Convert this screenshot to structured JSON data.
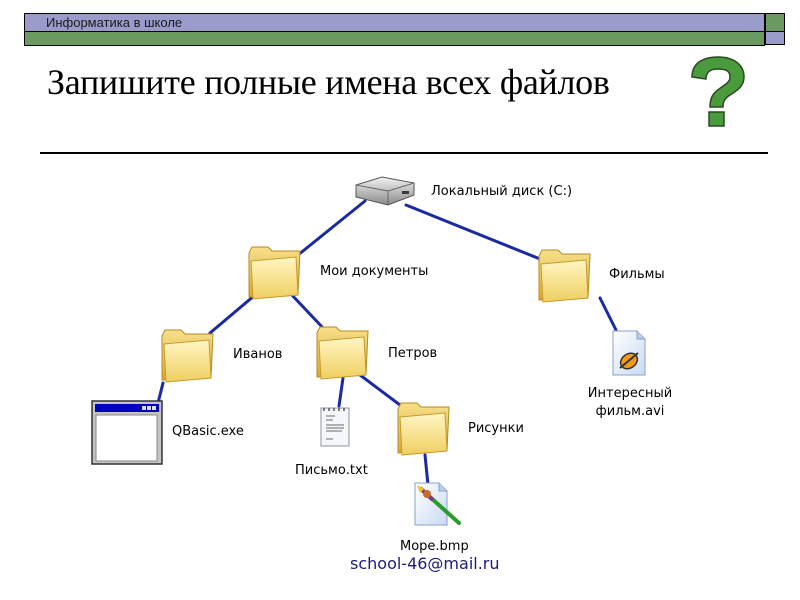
{
  "header": {
    "course_title": "Информатика в школе",
    "colors": {
      "bar_top": "#9b9bcb",
      "bar_bottom": "#6a9a62"
    }
  },
  "slide": {
    "title": "Запишите полные имена всех файлов",
    "question_icon": "question-mark-icon",
    "question_color": "#4a9a3e"
  },
  "tree": {
    "line_color": "#1a2aa0",
    "nodes": {
      "drive": {
        "label": "Локальный диск (C:)",
        "icon": "hard-drive-icon"
      },
      "my_documents": {
        "label": "Мои документы",
        "icon": "folder-icon"
      },
      "films": {
        "label": "Фильмы",
        "icon": "folder-icon"
      },
      "ivanov": {
        "label": "Иванов",
        "icon": "folder-icon"
      },
      "petrov": {
        "label": "Петров",
        "icon": "folder-icon"
      },
      "qbasic": {
        "label": "QBasic.exe",
        "icon": "application-window-icon"
      },
      "letter": {
        "label": "Письмо.txt",
        "icon": "text-document-icon"
      },
      "pictures": {
        "label": "Рисунки",
        "icon": "folder-icon"
      },
      "sea": {
        "label": "Море.bmp",
        "icon": "bitmap-image-icon"
      },
      "movie_line1": {
        "label": "Интересный"
      },
      "movie_line2": {
        "label": "фильм.avi"
      },
      "movie": {
        "icon": "video-file-icon"
      }
    }
  },
  "footer": {
    "email": "school-46@mail.ru"
  }
}
